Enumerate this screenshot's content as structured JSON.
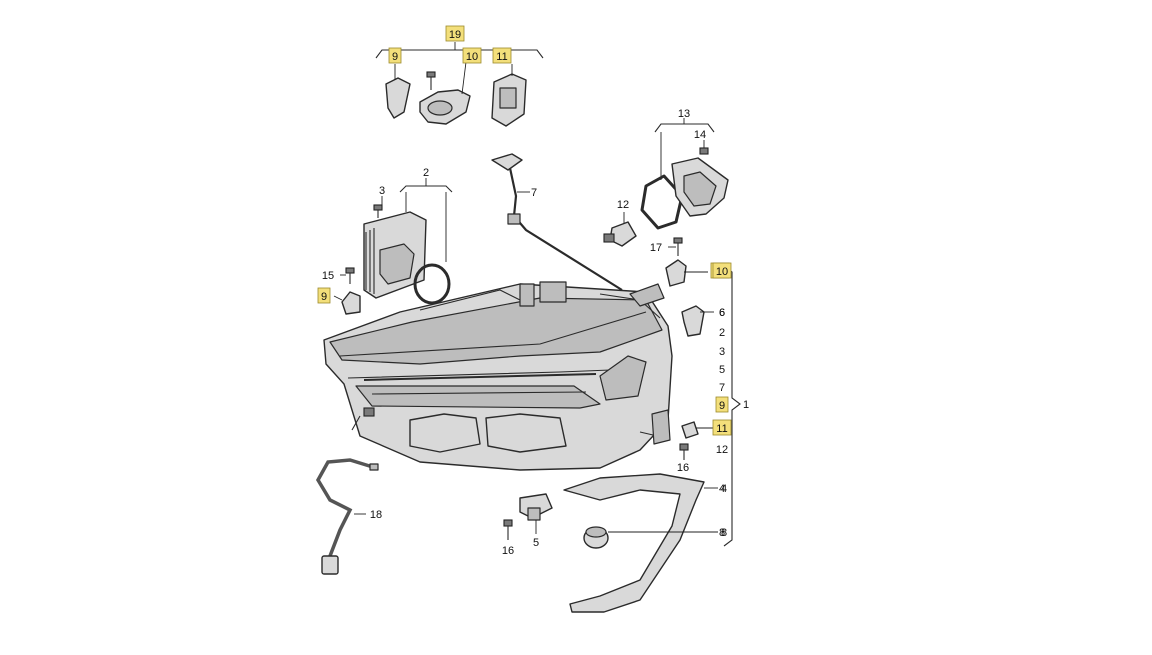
{
  "callouts": [
    {
      "id": "c19-top",
      "text": "19",
      "highlighted": true
    },
    {
      "id": "c9-top",
      "text": "9",
      "highlighted": true
    },
    {
      "id": "c10-top",
      "text": "10",
      "highlighted": true
    },
    {
      "id": "c11-top",
      "text": "11",
      "highlighted": true
    },
    {
      "id": "c13",
      "text": "13",
      "highlighted": false
    },
    {
      "id": "c14",
      "text": "14",
      "highlighted": false
    },
    {
      "id": "c2",
      "text": "2",
      "highlighted": false
    },
    {
      "id": "c3",
      "text": "3",
      "highlighted": false
    },
    {
      "id": "c7",
      "text": "7",
      "highlighted": false
    },
    {
      "id": "c12",
      "text": "12",
      "highlighted": false
    },
    {
      "id": "c17",
      "text": "17",
      "highlighted": false
    },
    {
      "id": "c15",
      "text": "15",
      "highlighted": false
    },
    {
      "id": "c9-left",
      "text": "9",
      "highlighted": true
    },
    {
      "id": "c10-right",
      "text": "10",
      "highlighted": true
    },
    {
      "id": "c6",
      "text": "6",
      "highlighted": false
    },
    {
      "id": "c1",
      "text": "1",
      "highlighted": false
    },
    {
      "id": "c18",
      "text": "18",
      "highlighted": false
    },
    {
      "id": "c16-right",
      "text": "16",
      "highlighted": false
    },
    {
      "id": "c4",
      "text": "4",
      "highlighted": false
    },
    {
      "id": "c16-bottom",
      "text": "16",
      "highlighted": false
    },
    {
      "id": "c5",
      "text": "5",
      "highlighted": false
    },
    {
      "id": "c8",
      "text": "8",
      "highlighted": false
    }
  ],
  "assembly_list": {
    "items": [
      {
        "text": "10",
        "highlighted": true
      },
      {
        "text": "6",
        "highlighted": false
      },
      {
        "text": "2",
        "highlighted": false
      },
      {
        "text": "3",
        "highlighted": false
      },
      {
        "text": "5",
        "highlighted": false
      },
      {
        "text": "7",
        "highlighted": false
      },
      {
        "text": "9",
        "highlighted": true
      },
      {
        "text": "11",
        "highlighted": true
      },
      {
        "text": "12",
        "highlighted": false
      },
      {
        "text": "4",
        "highlighted": false
      },
      {
        "text": "8",
        "highlighted": false
      }
    ]
  },
  "colors": {
    "highlight_fill": "#f3df7b",
    "line": "#2b2b2b",
    "part_fill": "#d9d9d9"
  }
}
